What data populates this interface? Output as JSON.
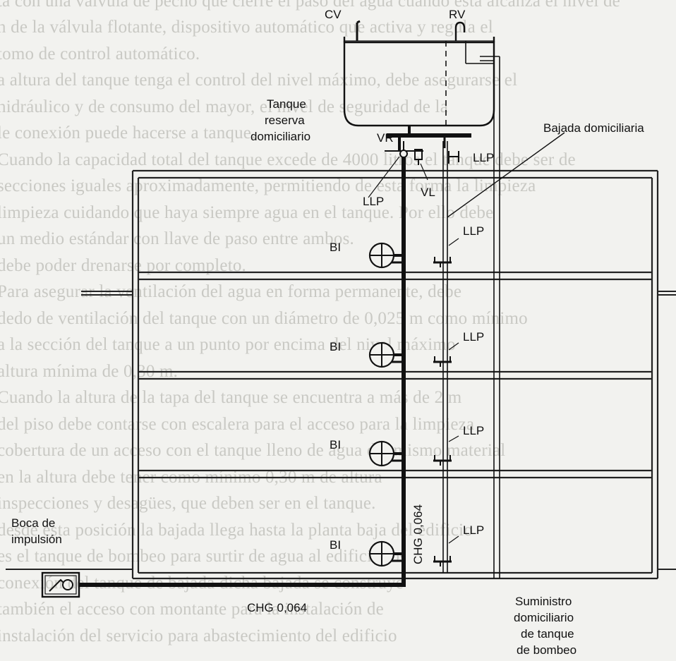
{
  "background_text": [
    "ta con una válvula de pecho que cierre el paso del agua cuando ésta alcanza el nivel de",
    "n de la válvula flotante, dispositivo automático que activa y regula el",
    "tomo de control automático.",
    "a altura del tanque tenga el control del nivel máximo, debe asegurarse el",
    "hidráulico y de consumo del mayor, el nivel de seguridad de la",
    "le conexión puede hacerse a tanque.",
    "Cuando la capacidad total del tanque excede de 4000 litros el tanque debe ser de",
    "secciones iguales aproximadamente, permitiendo de esta forma la limpieza",
    "limpieza cuidando que haya siempre agua en el tanque. Por ello debe",
    "un medio estándar con llave de paso entre ambos.",
    "debe poder drenarse por completo.",
    "Para asegurar la ventilación del agua en forma permanente, debe",
    "dedo de ventilación del tanque con un diámetro de 0,025 m como mínimo",
    "a la sección del tanque a un punto por encima del nivel máximo",
    "altura mínima de 0,30 m.",
    "Cuando la altura de la tapa del tanque se encuentra a más de 2 m",
    "del piso debe contarse con escalera para el acceso para la limpieza",
    "cobertura de un acceso con el tanque lleno de agua del mismo material",
    "en la altura debe tener como mínimo 0,30 m de altura",
    "inspecciones y desagües, que deben ser en el tanque.",
    "desde esta posición la bajada llega hasta la planta baja del edificio",
    "es el tanque de bombeo para surtir de agua al edificio los",
    "conexión del tanque de bajada dicha bajada se construye",
    "también el acceso con montante para la instalación de",
    "instalación del servicio para abastecimiento del edificio"
  ],
  "labels": {
    "cv": "CV",
    "rv": "RV",
    "tanque_line1": "Tanque",
    "tanque_line2": "reserva",
    "tanque_line3": "domiciliario",
    "bajada": "Bajada domiciliaria",
    "vr": "VR",
    "llp": "LLP",
    "vl": "VL",
    "bi": "BI",
    "chg_vertical": "CHG 0,064",
    "chg_horizontal": "CHG 0,064",
    "boca_line1": "Boca de",
    "boca_line2": "impulsión",
    "suministro_line1": "Suministro",
    "suministro_line2": "domiciliario",
    "suministro_line3": "de tanque",
    "suministro_line4": "de bombeo"
  }
}
